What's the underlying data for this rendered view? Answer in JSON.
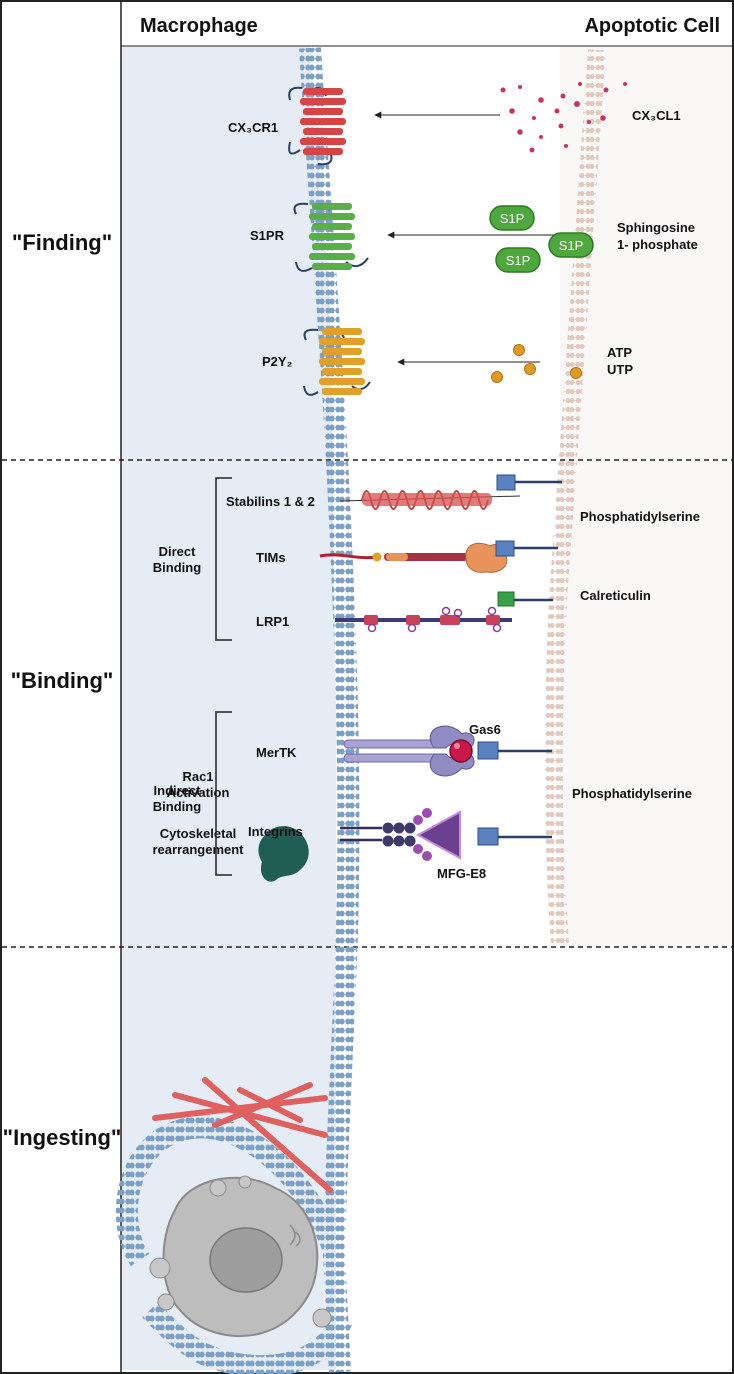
{
  "header": {
    "left": "Macrophage",
    "right": "Apoptotic Cell"
  },
  "stages": {
    "finding": "\"Finding\"",
    "binding": "\"Binding\"",
    "ingesting": "\"Ingesting\""
  },
  "finding": {
    "cx3cr1": "CX₃CR1",
    "cx3cl1": "CX₃CL1",
    "s1pr": "S1PR",
    "s1p": "S1P",
    "sph1": "Sphingosine",
    "sph2": "1- phosphate",
    "p2y2": "P2Y₂",
    "atp": "ATP",
    "utp": "UTP"
  },
  "binding": {
    "direct": [
      "Direct",
      "Binding"
    ],
    "stabilins": "Stabilins 1 & 2",
    "tims": "TIMs",
    "lrp1": "LRP1",
    "ps_top": "Phosphatidylserine",
    "calreticulin": "Calreticulin",
    "indirect": [
      "Indirect",
      "Binding"
    ],
    "mertk": "MerTK",
    "gas6": "Gas6",
    "integrins": "Integrins",
    "mfge8": "MFG-E8",
    "ps_bottom": "Phosphatidylserine"
  },
  "ingesting": {
    "rac1": [
      "Rac1",
      "Activation"
    ],
    "cyto": [
      "Cytoskeletal",
      "rearrangement"
    ]
  },
  "colors": {
    "macrophage_bg": "#e5ecf5",
    "membrane": "#7b9fc5",
    "apoptotic_membrane": "#e2c8bd",
    "cx3cr1": "#d64545",
    "s1pr": "#5aae48",
    "p2y2": "#e0a02a",
    "ps": "#5b82c0",
    "calreticulin": "#3aa048",
    "gas6": "#c9184a",
    "mfge8": "#6a3f8f",
    "rac1": "#1f5d55"
  }
}
